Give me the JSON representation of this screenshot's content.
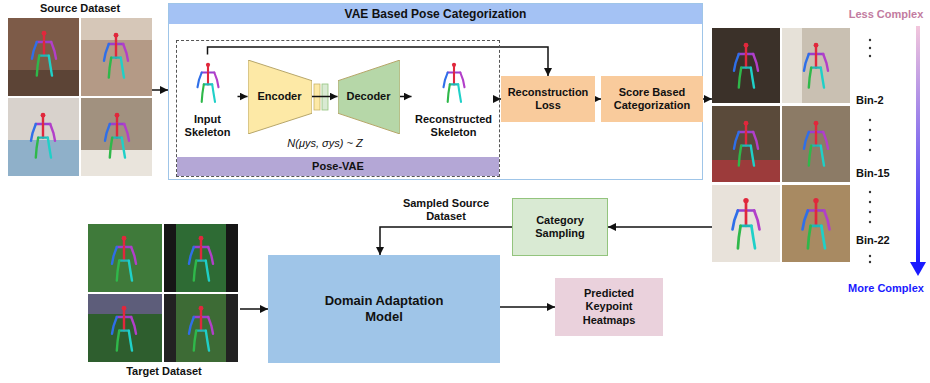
{
  "diagram": {
    "nodes": [
      {
        "text": [
          "Source Dataset"
        ]
      },
      {
        "text": [
          "VAE Based Pose Categorization"
        ]
      },
      {
        "text": [
          "Pose-VAE"
        ],
        "in": 1
      },
      {
        "text": [
          "Input Skeleton"
        ],
        "in": 2
      },
      {
        "text": [
          "Encoder"
        ],
        "in": 2
      },
      {
        "text": [
          "Decoder"
        ],
        "in": 2
      },
      {
        "text": [
          "Reconstructed Skeleton"
        ],
        "in": 2
      },
      {
        "text": [
          "Reconstruction Loss"
        ],
        "in": 1
      },
      {
        "text": [
          "Score Based Categorization"
        ],
        "in": 1
      },
      {
        "text": [
          "Bin-2",
          "Bin-15",
          "Bin-22"
        ]
      },
      {
        "text": [
          "Category Sampling"
        ]
      },
      {
        "text": [
          "Target Dataset"
        ]
      },
      {
        "text": [
          "Domain Adaptation Model"
        ]
      },
      {
        "text": [
          "Predicted Keypoint Heatmaps"
        ]
      }
    ],
    "edges": [
      {
        "from": 0,
        "to": 1,
        "arrow": "to"
      },
      {
        "from": 3,
        "to": 4,
        "arrow": "to"
      },
      {
        "from": 4,
        "to": 5,
        "arrow": "to"
      },
      {
        "from": 5,
        "to": 6,
        "arrow": "to"
      },
      {
        "from": 3,
        "to": 7,
        "arrow": "to"
      },
      {
        "from": 6,
        "to": 7,
        "arrow": "to"
      },
      {
        "from": 7,
        "to": 8,
        "arrow": "to"
      },
      {
        "from": 8,
        "to": 9,
        "arrow": "to"
      },
      {
        "from": 9,
        "to": 10,
        "arrow": "to"
      },
      {
        "from": 10,
        "to": 12,
        "label": "Sampled Source Dataset",
        "arrow": "to"
      },
      {
        "from": 11,
        "to": 12,
        "arrow": "to"
      },
      {
        "from": 12,
        "to": 13,
        "arrow": "to"
      }
    ],
    "labels": [
      "N(μys, σys) ~ Z",
      "Less Complex",
      "More Complex"
    ]
  }
}
